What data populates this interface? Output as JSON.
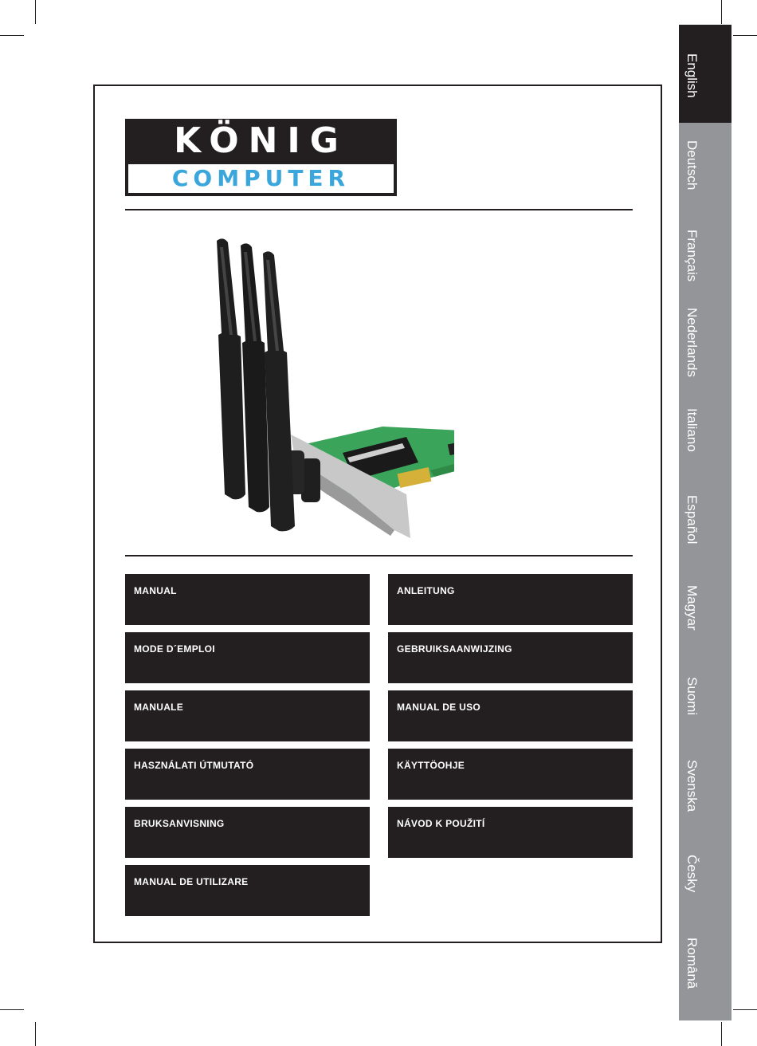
{
  "logo": {
    "brand": "KÖNIG",
    "sub": "COMPUTER"
  },
  "product_image_alt": "PCI Express wireless network card with three antennas",
  "manuals": [
    "MANUAL",
    "ANLEITUNG",
    "MODE D´EMPLOI",
    "GEBRUIKSAANWIJZING",
    "MANUALE",
    "MANUAL DE USO",
    "HASZNÁLATI ÚTMUTATÓ",
    "KÄYTTÖOHJE",
    "BRUKSANVISNING",
    "NÁVOD K POUŽITÍ",
    "MANUAL DE UTILIZARE"
  ],
  "language_tabs": [
    {
      "label": "English",
      "active": true
    },
    {
      "label": "Deutsch",
      "active": false
    },
    {
      "label": "Français",
      "active": false
    },
    {
      "label": "Nederlands",
      "active": false
    },
    {
      "label": "Italiano",
      "active": false
    },
    {
      "label": "Español",
      "active": false
    },
    {
      "label": "Magyar",
      "active": false
    },
    {
      "label": "Suomi",
      "active": false
    },
    {
      "label": "Svenska",
      "active": false
    },
    {
      "label": "Česky",
      "active": false
    },
    {
      "label": "Română",
      "active": false
    }
  ],
  "colors": {
    "dark": "#231f20",
    "tab_gray": "#939598",
    "logo_blue": "#3aa6dc",
    "pcb_green": "#3aa55a"
  }
}
